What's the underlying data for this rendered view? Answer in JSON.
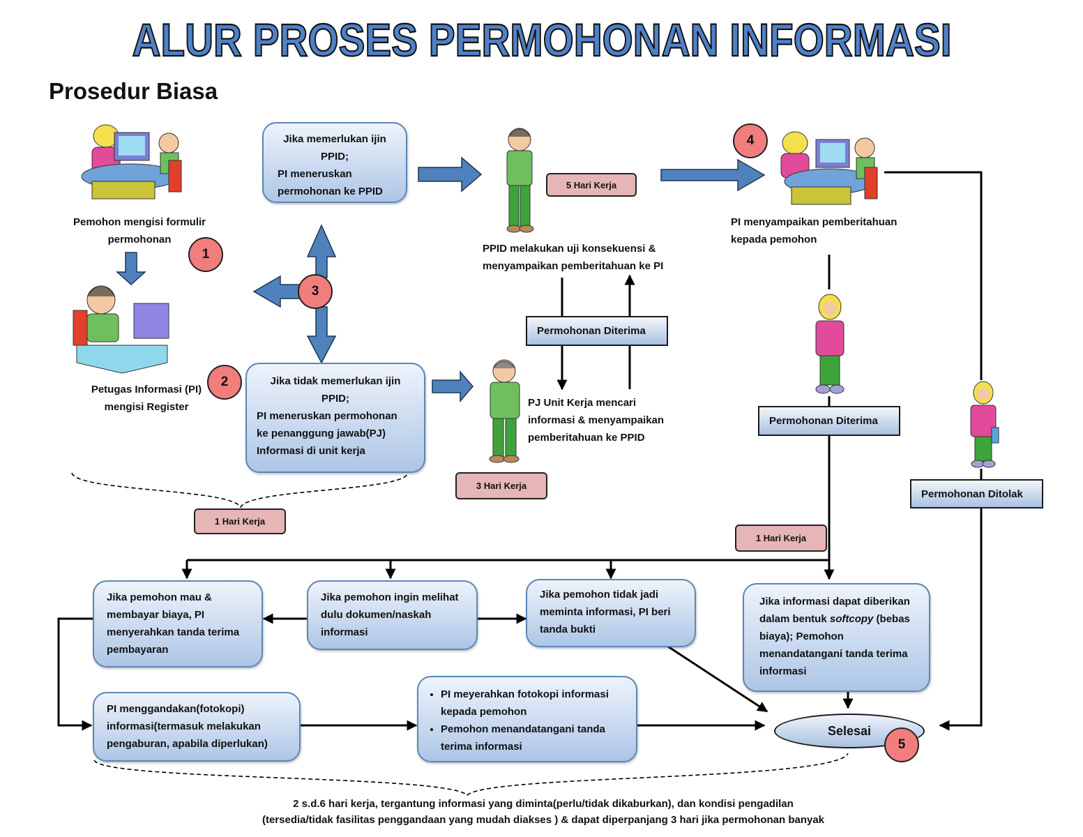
{
  "title": "ALUR PROSES PERMOHONAN INFORMASI",
  "subtitle": "Prosedur Biasa",
  "colors": {
    "title_fill": "#4f81c7",
    "arrow_fill": "#4f81bd",
    "badge_fill": "#f27d7d",
    "duration_fill": "#e6b5b5",
    "box_gradient_top": "#eef3fb",
    "box_gradient_bottom": "#adc6e6"
  },
  "steps": {
    "step1": {
      "badge": "1",
      "caption": [
        "Pemohon mengisi formulir",
        "permohonan"
      ]
    },
    "step2": {
      "badge": "2",
      "caption": [
        "Petugas Informasi (PI)",
        "mengisi Register"
      ]
    },
    "step3": {
      "badge": "3"
    },
    "step4": {
      "badge": "4",
      "caption": [
        "PI menyampaikan pemberitahuan",
        "kepada pemohon"
      ]
    },
    "step5": {
      "badge": "5",
      "label": "Selesai"
    }
  },
  "boxes": {
    "needs_permit": [
      "Jika memerlukan ijin",
      "PPID;",
      "PI meneruskan",
      "permohonan ke PPID"
    ],
    "no_permit": [
      "Jika tidak memerlukan ijin",
      "PPID;",
      "PI meneruskan permohonan",
      "ke penanggung jawab(PJ)",
      "Informasi di unit kerja"
    ],
    "pay_fee": "Jika pemohon mau & membayar biaya, PI menyerahkan tanda terima pembayaran",
    "view_document": "Jika pemohon ingin melihat dulu dokumen/naskah informasi",
    "cancel_request": "Jika pemohon tidak jadi meminta informasi, PI beri tanda bukti",
    "softcopy": {
      "before": "Jika informasi dapat diberikan dalam bentuk ",
      "italic": "softcopy",
      "after": " (bebas biaya); Pemohon menandatangani tanda terima informasi"
    },
    "photocopy": "PI menggandakan(fotokopi) informasi(termasuk melakukan pengaburan, apabila diperlukan)",
    "handover": [
      "PI meyerahkan fotokopi informasi kepada pemohon",
      "Pemohon menandatangani tanda terima informasi"
    ]
  },
  "captions": {
    "ppid": [
      "PPID melakukan uji konsekuensi &",
      "menyampaikan pemberitahuan ke PI"
    ],
    "pj_unit": [
      "PJ Unit Kerja mencari",
      "informasi & menyampaikan",
      "pemberitahuan ke PPID"
    ]
  },
  "labels": {
    "accepted_middle": "Permohonan Diterima",
    "accepted_right": "Permohonan Diterima",
    "rejected": "Permohonan Ditolak"
  },
  "durations": {
    "five_days": "5 Hari Kerja",
    "three_days": "3 Hari Kerja",
    "one_day_left": "1 Hari Kerja",
    "one_day_right": "1 Hari Kerja"
  },
  "footer": [
    "2 s.d.6 hari kerja, tergantung informasi yang diminta(perlu/tidak dikaburkan), dan kondisi pengadilan",
    "(tersedia/tidak fasilitas penggandaan yang mudah diakses ) & dapat diperpanjang 3 hari jika permohonan banyak"
  ]
}
